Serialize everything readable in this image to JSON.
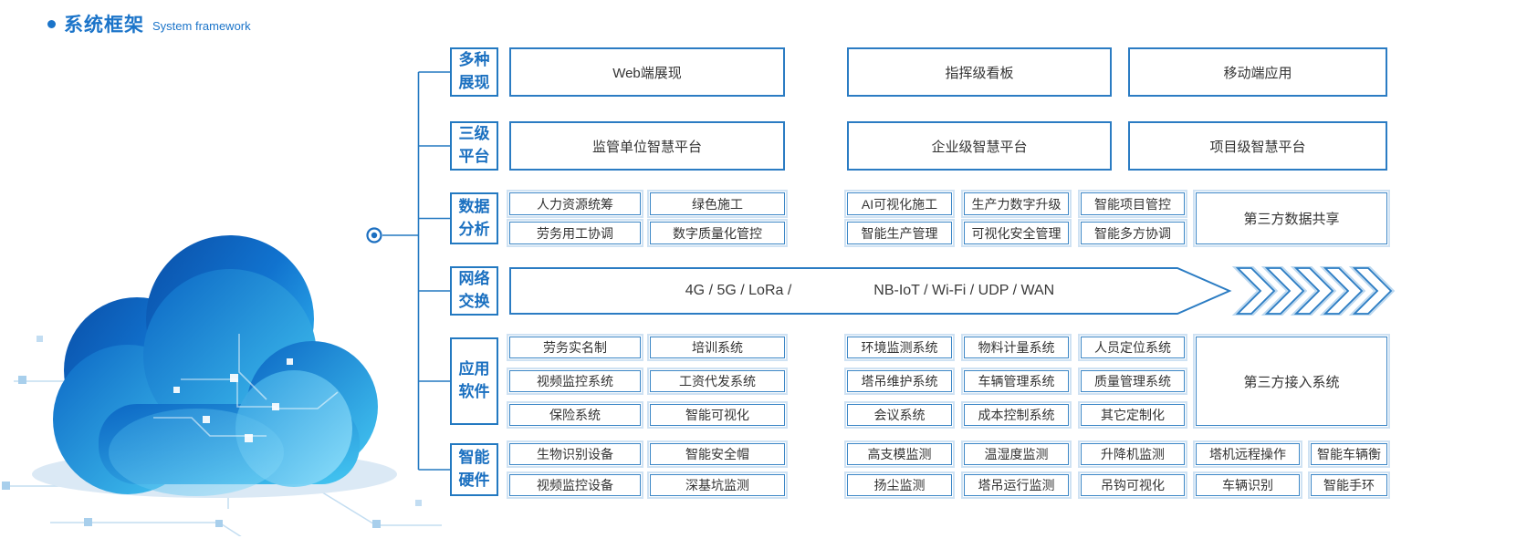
{
  "title": {
    "zh": "系统框架",
    "en": "System framework"
  },
  "colors": {
    "accent": "#1b74c9",
    "box_border": "#2b7cc3",
    "light_border": "#cfe2f3",
    "text": "#333333"
  },
  "icons": {
    "bullet": "bullet-dot",
    "hub": "hub-node",
    "chevrons": "flow-chevrons",
    "cloud": "smart-cloud"
  },
  "sections": {
    "display": {
      "label": "多种\n展现",
      "boxes": [
        "Web端展现",
        "指挥级看板",
        "移动端应用"
      ]
    },
    "platform": {
      "label": "三级\n平台",
      "boxes": [
        "监管单位智慧平台",
        "企业级智慧平台",
        "项目级智慧平台"
      ]
    },
    "data_analysis": {
      "label": "数据\n分析",
      "row1": [
        "人力资源统筹",
        "绿色施工",
        "AI可视化施工",
        "生产力数字升级",
        "智能项目管控"
      ],
      "row2": [
        "劳务用工协调",
        "数字质量化管控",
        "智能生产管理",
        "可视化安全管理",
        "智能多方协调"
      ],
      "side": "第三方数据共享"
    },
    "network": {
      "label": "网络\n交换",
      "text_left": "4G / 5G / LoRa /",
      "text_right": "NB-IoT / Wi-Fi / UDP / WAN"
    },
    "application": {
      "label": "应用\n软件",
      "row1": [
        "劳务实名制",
        "培训系统",
        "环境监测系统",
        "物料计量系统",
        "人员定位系统"
      ],
      "row2": [
        "视频监控系统",
        "工资代发系统",
        "塔吊维护系统",
        "车辆管理系统",
        "质量管理系统"
      ],
      "row3": [
        "保险系统",
        "智能可视化",
        "会议系统",
        "成本控制系统",
        "其它定制化"
      ],
      "side": "第三方接入系统"
    },
    "hardware": {
      "label": "智能\n硬件",
      "row1": [
        "生物识别设备",
        "智能安全帽",
        "高支模监测",
        "温湿度监测",
        "升降机监测",
        "塔机远程操作",
        "智能车辆衡"
      ],
      "row2": [
        "视频监控设备",
        "深基坑监测",
        "扬尘监测",
        "塔吊运行监测",
        "吊钩可视化",
        "车辆识别",
        "智能手环"
      ]
    }
  }
}
